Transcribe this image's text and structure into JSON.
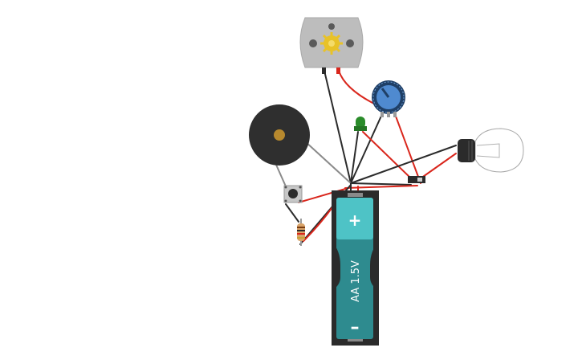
{
  "battery": {
    "plus_label": "+",
    "minus_label": "–",
    "voltage_label": "AA 1.5V",
    "body_color": "#2e8b8f",
    "cap_color": "#4ec3c6",
    "case_color": "#2b2b2b"
  },
  "wire_colors": {
    "black": "#2b2b2b",
    "red": "#d9261c",
    "gray": "#8a8a8a"
  },
  "components": {
    "motor": "dc-motor",
    "potentiometer": "potentiometer",
    "buzzer": "piezo-buzzer",
    "led": "green-led",
    "bulb": "light-bulb",
    "pushbutton": "pushbutton",
    "resistor": "resistor",
    "slide_switch": "slide-switch"
  }
}
